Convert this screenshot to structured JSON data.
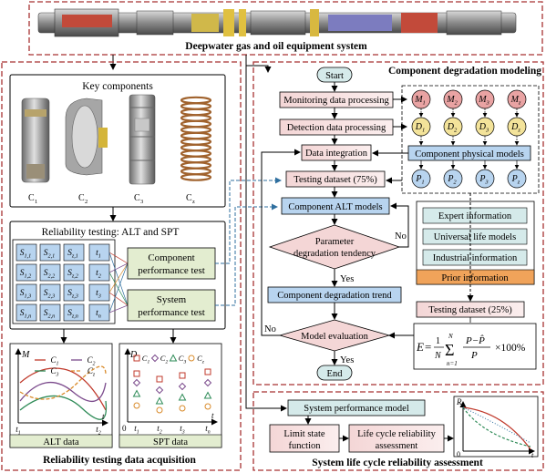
{
  "top": {
    "title": "Deepwater gas and oil equipment system"
  },
  "left_panel": {
    "title": "Reliability testing data acquisition",
    "key_components": {
      "title": "Key components",
      "labels": [
        "C",
        "1",
        "C",
        "2",
        "C",
        "3",
        "C",
        "z"
      ]
    },
    "reliability_testing": {
      "title": "Reliability testing: ALT and SPT",
      "grid": [
        [
          "S1,1",
          "S2,1",
          "Sz,1",
          "t1"
        ],
        [
          "S1,2",
          "S2,2",
          "Sz,2",
          "t2"
        ],
        [
          "S1,3",
          "S2,3",
          "Sz,3",
          "t3"
        ],
        [
          "S1,n",
          "S2,n",
          "Sz,n",
          "tn"
        ]
      ],
      "component_test_line1": "Component",
      "component_test_line2": "performance test",
      "system_test_line1": "System",
      "system_test_line2": "performance test"
    },
    "alt_chart": {
      "caption": "ALT data",
      "ylabel": "M",
      "legend": [
        "C1",
        "C2",
        "C3",
        "Cz"
      ],
      "xlabel_start": "t1",
      "xlabel_end": "t2",
      "xlabel_arrow": "t",
      "colors": [
        "#c0392b",
        "#7b4a8c",
        "#2e8b57",
        "#d98b2b"
      ]
    },
    "spt_chart": {
      "caption": "SPT data",
      "ylabel": "D",
      "legend": [
        "C1",
        "C2",
        "C3",
        "Cz"
      ],
      "xticks": [
        "0",
        "t1",
        "t2",
        "t3",
        "tn"
      ],
      "xlabel_arrow": "t"
    }
  },
  "right_panel": {
    "title": "Component degradation modeling",
    "start": "Start",
    "end": "End",
    "monitoring": "Monitoring data processing",
    "detection": "Detection data processing",
    "integration": "Data integration",
    "testing75": "Testing dataset (75%)",
    "physical_models": "Component physical models",
    "m_nodes": [
      "M1",
      "M2",
      "M3",
      "Mz"
    ],
    "d_nodes": [
      "D1",
      "D2",
      "D3",
      "Dz"
    ],
    "p_nodes": [
      "P1",
      "P2",
      "P3",
      "Pz"
    ],
    "alt_models": "Component ALT models",
    "diamond1_line1": "Parameter",
    "diamond1_line2": "degradation tendency",
    "no1": "No",
    "yes1": "Yes",
    "trend": "Component degradation trend",
    "diamond2": "Model evaluation",
    "no2": "No",
    "yes2": "Yes",
    "prior": {
      "title": "Prior information",
      "items": [
        "Expert information",
        "Universal life models",
        "Industrial information"
      ]
    },
    "testing25": "Testing dataset (25%)",
    "formula_suffix": "×100%"
  },
  "bottom_panel": {
    "title": "System life cycle reliability assessment",
    "system_model": "System performance model",
    "limit_line1": "Limit state",
    "limit_line2": "function",
    "lcr_line1": "Life cycle reliability",
    "lcr_line2": "assessment",
    "ylabel": "R",
    "origin": "0",
    "xlabel": "t"
  }
}
